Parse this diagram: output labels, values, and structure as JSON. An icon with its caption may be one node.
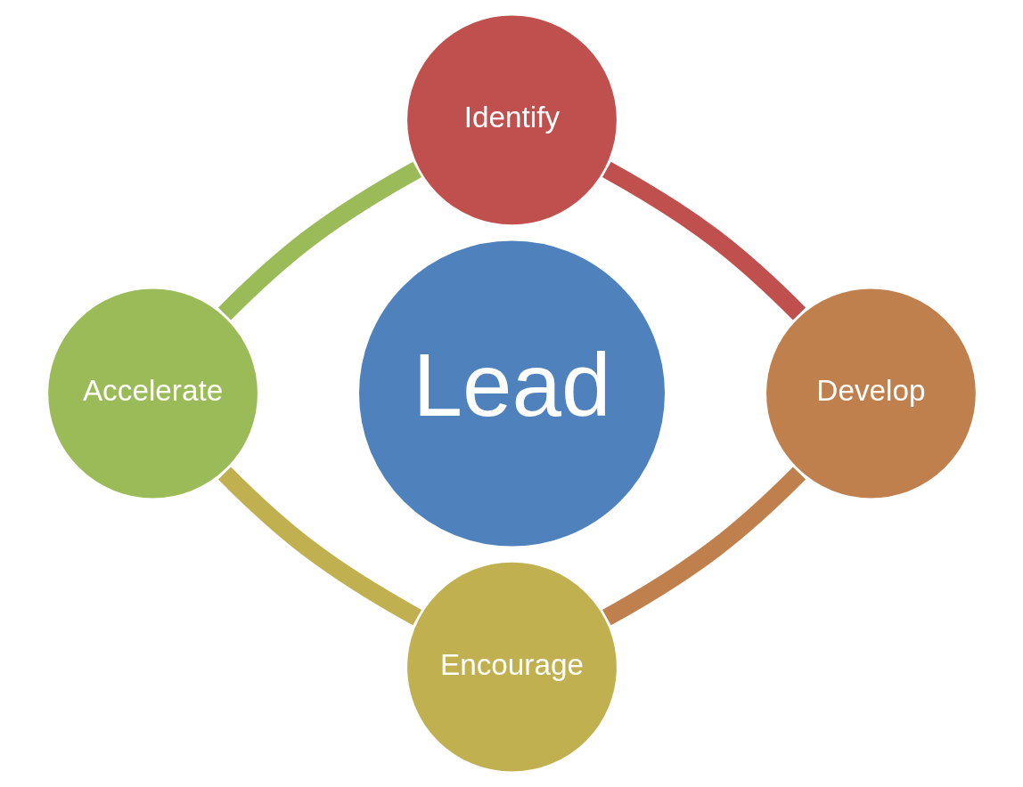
{
  "diagram": {
    "nodes": [
      {
        "text": [
          "Identify"
        ]
      },
      {
        "text": [
          "Accelerate"
        ]
      },
      {
        "text": [
          "Lead"
        ]
      },
      {
        "text": [
          "Develop"
        ]
      },
      {
        "text": [
          "Encourage"
        ]
      }
    ],
    "edges": [
      {
        "from": 0,
        "to": 3,
        "arrow": "none",
        "color": "#c0504d"
      },
      {
        "from": 3,
        "to": 4,
        "arrow": "none",
        "color": "#c0804d"
      },
      {
        "from": 4,
        "to": 1,
        "arrow": "none",
        "color": "#c0b050"
      },
      {
        "from": 1,
        "to": 0,
        "arrow": "none",
        "color": "#9bbb59"
      }
    ]
  }
}
